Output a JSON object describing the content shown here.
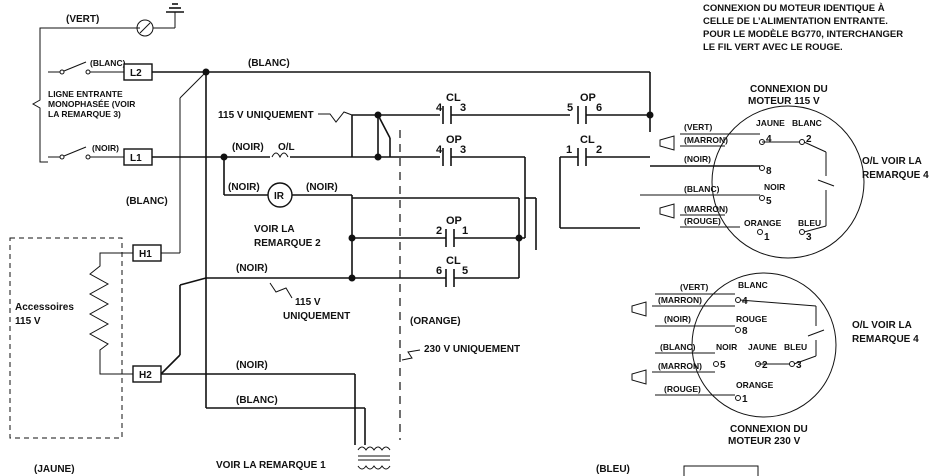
{
  "labels": {
    "top_note": [
      "CONNEXION DU MOTEUR IDENTIQUE À",
      "CELLE DE L’ALIMENTATION ENTRANTE.",
      "POUR LE MODÈLE BG770, INTERCHANGER",
      "LE FIL VERT AVEC LE ROUGE."
    ],
    "vert": "(VERT)",
    "blanc": "(BLANC)",
    "noir": "(NOIR)",
    "jaune": "(JAUNE)",
    "bleu": "(BLEU)",
    "orange": "(ORANGE)",
    "marron": "(MARRON)",
    "rouge": "(ROUGE)",
    "l1": "L1",
    "l2": "L2",
    "h1": "H1",
    "h2": "H2",
    "ligne_entrante": [
      "LIGNE ENTRANTE",
      "MONOPHASÉE (VOIR",
      "LA REMARQUE 3)"
    ],
    "v115_uniquement": "115 V UNIQUEMENT",
    "v115_split": [
      "115 V",
      "UNIQUEMENT"
    ],
    "v230_uniquement": "230 V UNIQUEMENT",
    "ol": "O/L",
    "ir": "IR",
    "voir_remarque_2": [
      "VOIR LA",
      "REMARQUE 2"
    ],
    "voir_remarque_1": "VOIR LA REMARQUE 1",
    "accessoires": [
      "Accessoires",
      "115 V"
    ],
    "cl": "CL",
    "op": "OP",
    "motor115_title": [
      "CONNEXION DU",
      "MOTEUR 115 V"
    ],
    "motor230_title": [
      "CONNEXION DU",
      "MOTEUR 230 V"
    ],
    "ol_note": [
      "O/L VOIR LA",
      "REMARQUE 4"
    ],
    "m_jaune": "JAUNE",
    "m_blanc": "BLANC",
    "m_noir": "NOIR",
    "m_orange": "ORANGE",
    "m_bleu": "BLEU",
    "m_rouge": "ROUGE",
    "t1": "1",
    "t2": "2",
    "t3": "3",
    "t4": "4",
    "t5": "5",
    "t6": "6",
    "t8": "8"
  }
}
